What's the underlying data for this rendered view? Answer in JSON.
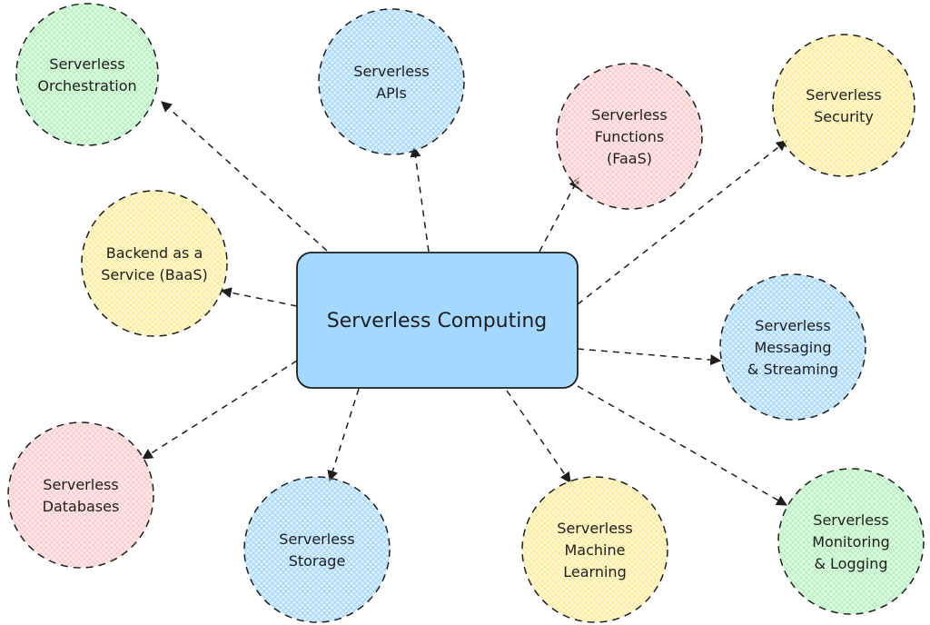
{
  "colors": {
    "green": "#b2f2bb",
    "blue": "#a5d8ff",
    "pink": "#ffc9c9",
    "yellow": "#ffec99",
    "center_fill": "#a5d8ff",
    "stroke": "#1e1e1e"
  },
  "center": {
    "label": "Serverless Computing"
  },
  "nodes": [
    {
      "id": "orchestration",
      "color": "green",
      "lines": [
        "Serverless",
        "Orchestration"
      ]
    },
    {
      "id": "apis",
      "color": "blue",
      "lines": [
        "Serverless",
        "APIs"
      ]
    },
    {
      "id": "faas",
      "color": "pink",
      "lines": [
        "Serverless",
        "Functions",
        "(FaaS)"
      ]
    },
    {
      "id": "security",
      "color": "yellow",
      "lines": [
        "Serverless",
        "Security"
      ]
    },
    {
      "id": "baas",
      "color": "yellow",
      "lines": [
        "Backend as a",
        "Service (BaaS)"
      ]
    },
    {
      "id": "messaging",
      "color": "blue",
      "lines": [
        "Serverless",
        "Messaging",
        "& Streaming"
      ]
    },
    {
      "id": "databases",
      "color": "pink",
      "lines": [
        "Serverless",
        "Databases"
      ]
    },
    {
      "id": "storage",
      "color": "blue",
      "lines": [
        "Serverless",
        "Storage"
      ]
    },
    {
      "id": "machine-learning",
      "color": "yellow",
      "lines": [
        "Serverless",
        "Machine",
        "Learning"
      ]
    },
    {
      "id": "monitoring",
      "color": "green",
      "lines": [
        "Serverless",
        "Monitoring",
        "& Logging"
      ]
    }
  ]
}
